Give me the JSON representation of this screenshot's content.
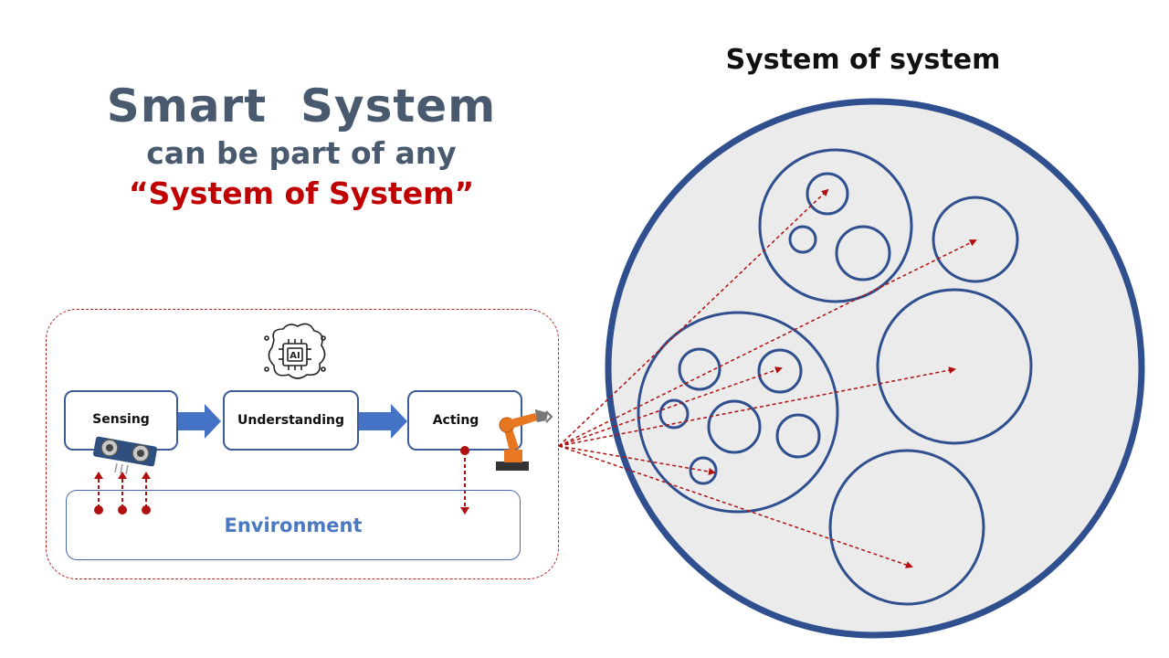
{
  "headline": {
    "line1": "Smart  System",
    "line2": "can be part of any",
    "line3": "“System of System”"
  },
  "right_title": "System of system",
  "pipeline": {
    "sensing": "Sensing",
    "understanding": "Understanding",
    "acting": "Acting",
    "environment": "Environment",
    "ai_chip_label": "AI"
  },
  "colors": {
    "heading": "#4a5a6e",
    "accent_red": "#c00000",
    "box_border": "#3d5a99",
    "arrow_blue": "#4472c4",
    "circle_stroke": "#2f4f8f",
    "circle_fill": "#ebebeb"
  },
  "icons": [
    "ai-brain-chip-icon",
    "ultrasonic-sensor-icon",
    "robot-arm-icon"
  ]
}
